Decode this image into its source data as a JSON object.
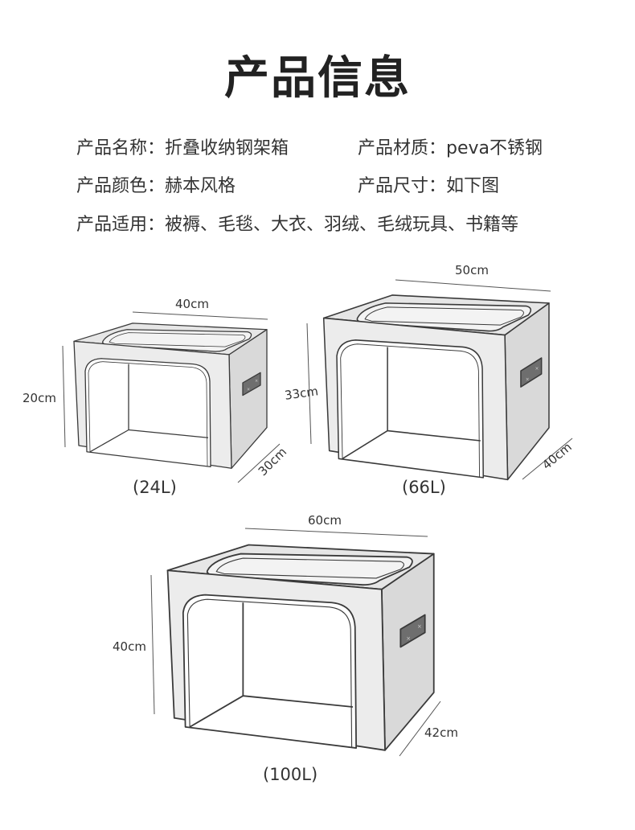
{
  "title": "产品信息",
  "info": {
    "name": "产品名称：折叠收纳钢架箱",
    "material": "产品材质：peva不锈钢",
    "color": "产品颜色：赫本风格",
    "size": "产品尺寸：如下图",
    "usage": "产品适用：被褥、毛毯、大衣、羽绒、毛绒玩具、书籍等"
  },
  "boxes": [
    {
      "capacity": "(24L)",
      "width": "40cm",
      "height": "20cm",
      "depth": "30cm"
    },
    {
      "capacity": "(66L)",
      "width": "50cm",
      "height": "33cm",
      "depth": "40cm"
    },
    {
      "capacity": "(100L)",
      "width": "60cm",
      "height": "40cm",
      "depth": "42cm"
    }
  ],
  "colors": {
    "outline": "#3a3a3a",
    "fill": "#e6e6e6",
    "handle": "#6e6e6e"
  }
}
